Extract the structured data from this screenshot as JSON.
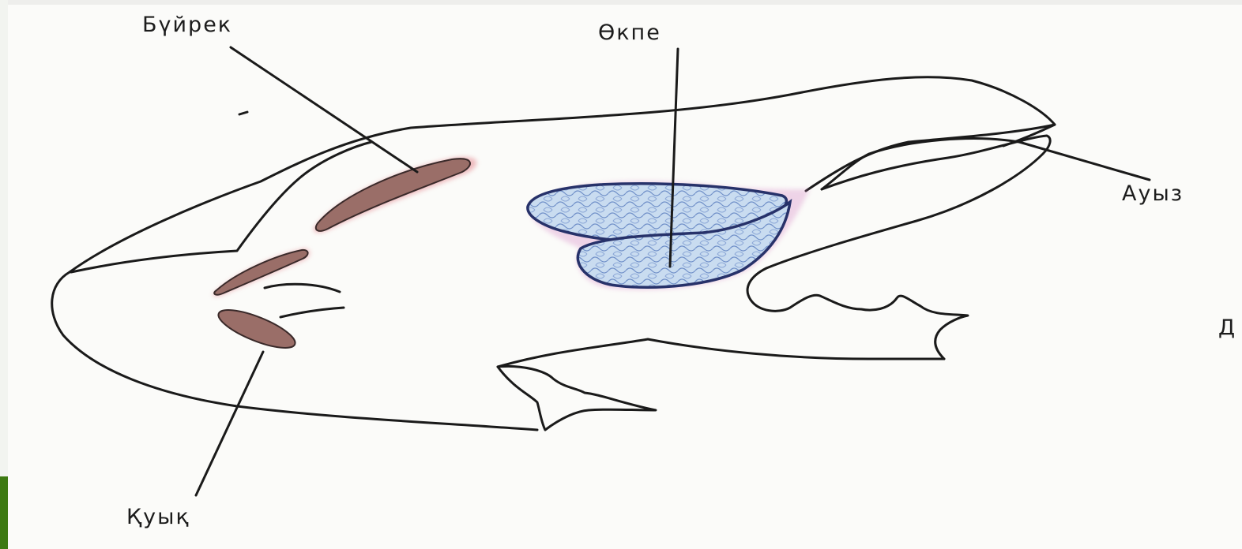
{
  "labels": {
    "kidney": "Бүйрек",
    "lung": "Өкпе",
    "mouth": "Ауыз",
    "bladder": "Қуық",
    "cut_off": "Д"
  },
  "colors": {
    "outline": "#1a1a1a",
    "kidney_fill": "#9a6e68",
    "kidney_glow": "#e8a0a6",
    "lung_fill": "#bcd3ec",
    "lung_stroke": "#27326a",
    "lung_glow": "#d78ac6",
    "accent_bar": "#3d7a12"
  }
}
